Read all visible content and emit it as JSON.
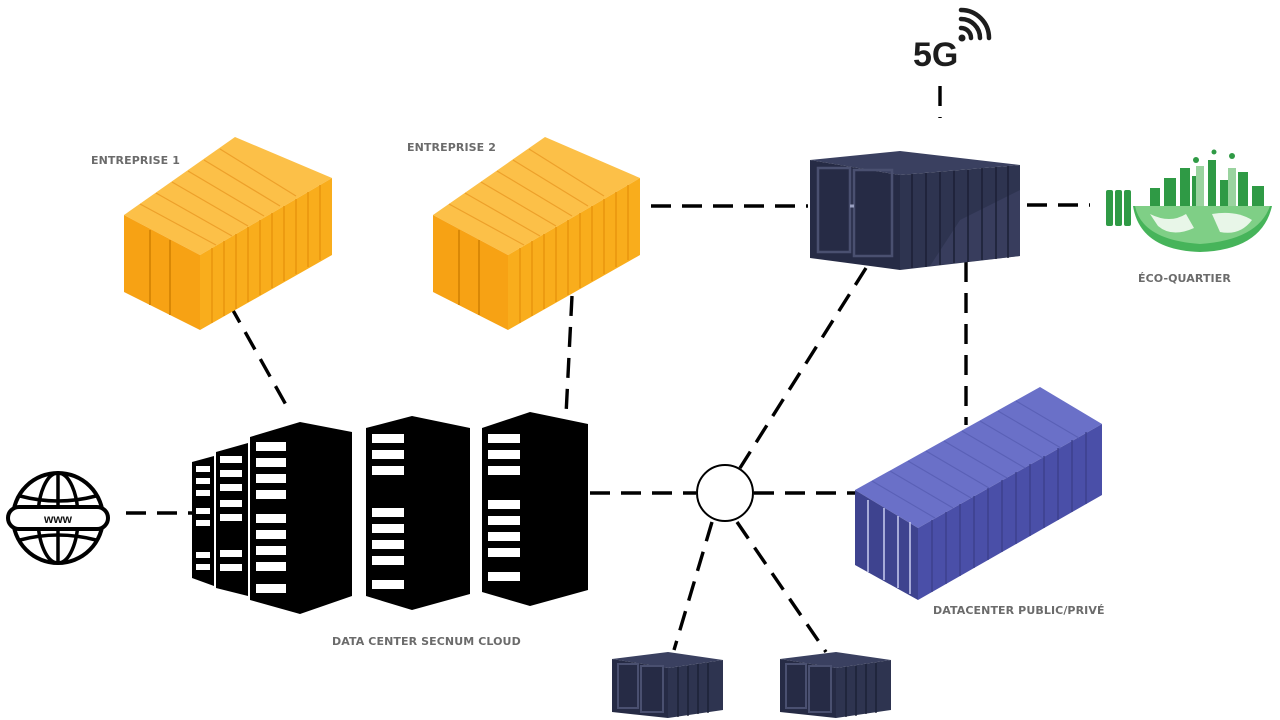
{
  "nodes": {
    "enterprise_1": {
      "label": "ENTREPRISE 1"
    },
    "enterprise_2": {
      "label": "ENTREPRISE 2"
    },
    "eco_quartier": {
      "label": "ÉCO-QUARTIER"
    },
    "datacenter_public_prive": {
      "label": "DATACENTER PUBLIC/PRIVÉ"
    },
    "datacenter_secnum": {
      "label": "DATA CENTER SECNUM CLOUD"
    },
    "five_g": {
      "label": "5G"
    },
    "internet": {
      "label": "www"
    }
  },
  "colors": {
    "enterprise_container": "#f9ad1c",
    "edge_container": "#262b45",
    "public_datacenter_container": "#4a4fa8",
    "eco_green": "#2f9a45",
    "link": "#000000"
  }
}
